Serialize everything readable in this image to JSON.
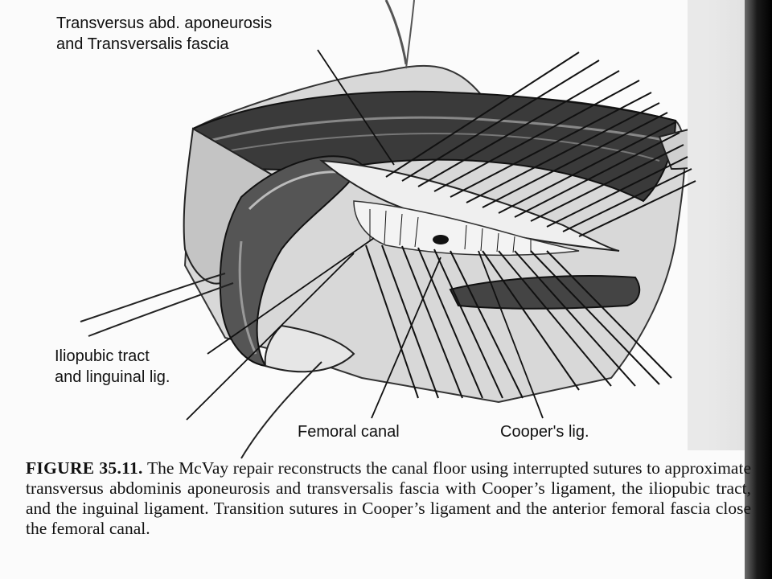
{
  "labels": {
    "transversus_line1": "Transversus abd. aponeurosis",
    "transversus_line2": "and Transversalis fascia",
    "iliopubic_line1": "Iliopubic tract",
    "iliopubic_line2": "and linguinal lig.",
    "femoral_canal": "Femoral canal",
    "coopers": "Cooper's lig."
  },
  "caption": {
    "figure_number": "FIGURE 35.11.",
    "text": "The McVay repair reconstructs the canal floor using interrupted sutures to approximate transversus abdominis aponeurosis and transversalis fascia with Cooper’s ligament, the iliopubic tract, and the inguinal ligament. Transition sutures in Cooper’s ligament and the anterior femoral fascia close the femoral canal."
  }
}
